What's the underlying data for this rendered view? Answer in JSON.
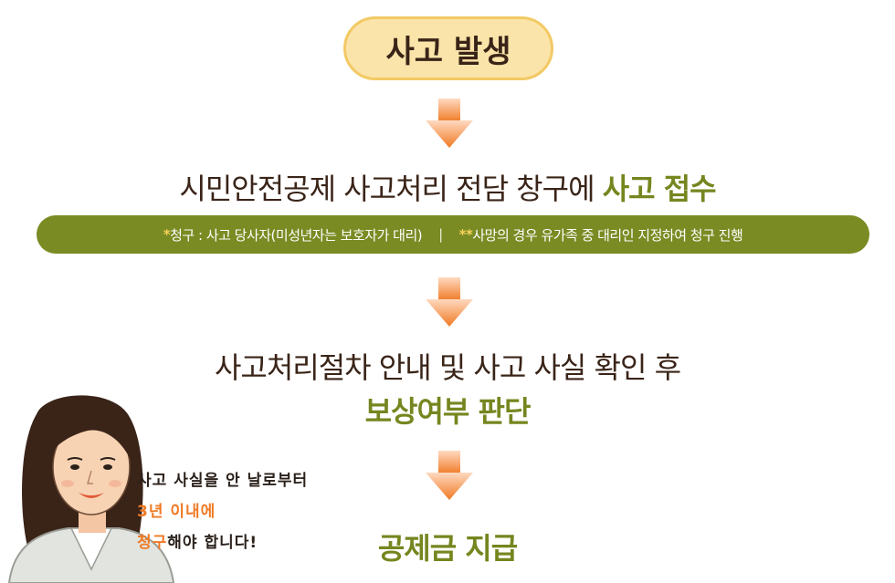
{
  "step1": {
    "label": "사고 발생"
  },
  "step2": {
    "text": "시민안전공제 사고처리 전담 창구에",
    "highlight": "사고 접수",
    "note_left_star": "*",
    "note_left": "청구 : 사고 당사자(미성년자는 보호자가 대리)",
    "note_separator": "|",
    "note_right_star": "**",
    "note_right": "사망의 경우 유가족 중 대리인 지정하여 청구 진행"
  },
  "step3": {
    "line1": "사고처리절차 안내 및 사고 사실 확인 후",
    "highlight": "보상여부 판단"
  },
  "step4": {
    "label": "공제금 지급"
  },
  "speech": {
    "line1": "사고 사실을 안 날로부터",
    "line2_orange": "3년 이내에",
    "line3_orange": "청구",
    "line3_rest": "해야 합니다!"
  },
  "colors": {
    "accent_green": "#76861f",
    "note_bar": "#7a8b23",
    "pill_fill": "#fbe4a9",
    "arrow_orange": "#f07a24",
    "text_brown": "#3a2418"
  }
}
